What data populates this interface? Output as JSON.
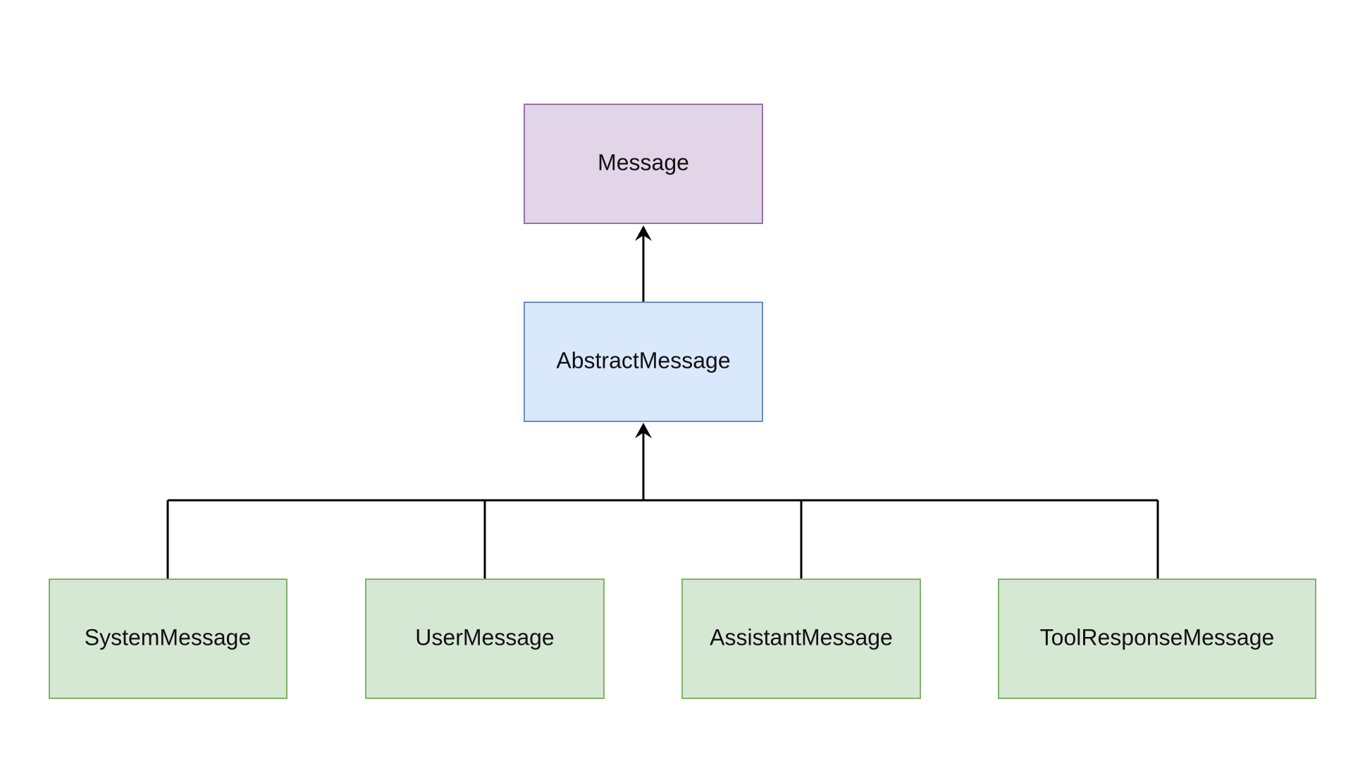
{
  "diagram": {
    "nodes": [
      {
        "id": "message",
        "label": "Message",
        "level": "root",
        "fill": "#e1d5e7",
        "stroke": "#9673a6"
      },
      {
        "id": "abstract-message",
        "label": "AbstractMessage",
        "level": "middle",
        "fill": "#dae8fc",
        "stroke": "#6c8ebf"
      },
      {
        "id": "system-message",
        "label": "SystemMessage",
        "level": "leaf",
        "fill": "#d5e8d4",
        "stroke": "#82b366"
      },
      {
        "id": "user-message",
        "label": "UserMessage",
        "level": "leaf",
        "fill": "#d5e8d4",
        "stroke": "#82b366"
      },
      {
        "id": "assistant-message",
        "label": "AssistantMessage",
        "level": "leaf",
        "fill": "#d5e8d4",
        "stroke": "#82b366"
      },
      {
        "id": "tool-response-message",
        "label": "ToolResponseMessage",
        "level": "leaf",
        "fill": "#d5e8d4",
        "stroke": "#82b366"
      }
    ],
    "edges": [
      {
        "from": "abstract-message",
        "to": "message",
        "type": "inheritance"
      },
      {
        "from": "system-message",
        "to": "abstract-message",
        "type": "inheritance"
      },
      {
        "from": "user-message",
        "to": "abstract-message",
        "type": "inheritance"
      },
      {
        "from": "assistant-message",
        "to": "abstract-message",
        "type": "inheritance"
      },
      {
        "from": "tool-response-message",
        "to": "abstract-message",
        "type": "inheritance"
      }
    ],
    "edge_color": "#000000"
  }
}
